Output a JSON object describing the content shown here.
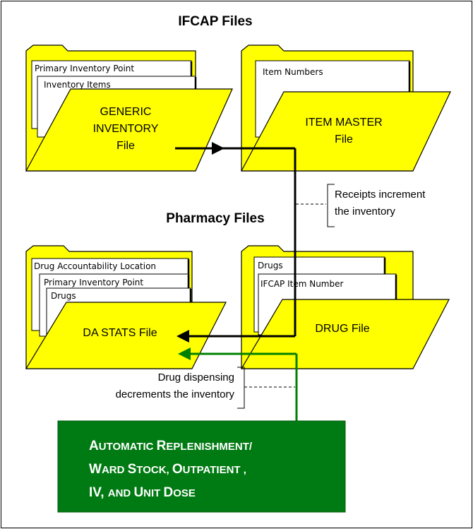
{
  "titles": {
    "ifcap": "IFCAP Files",
    "pharmacy": "Pharmacy Files"
  },
  "folders": {
    "generic_inventory": {
      "tabs": [
        "Primary Inventory Point",
        "Inventory Items"
      ],
      "label_lines": [
        "GENERIC",
        "INVENTORY",
        "File"
      ]
    },
    "item_master": {
      "tabs": [
        "Item Numbers"
      ],
      "label_lines": [
        "ITEM MASTER",
        "File"
      ]
    },
    "da_stats": {
      "tabs": [
        "Drug Accountability Location",
        "Primary Inventory Point",
        "Drugs"
      ],
      "label_lines": [
        "DA STATS File"
      ]
    },
    "drug": {
      "tabs": [
        "Drugs",
        "IFCAP Item Number"
      ],
      "label_lines": [
        "DRUG File"
      ]
    }
  },
  "callouts": {
    "receipts": [
      "Receipts increment",
      "the inventory"
    ],
    "dispensing": [
      "Drug dispensing",
      "decrements the inventory"
    ]
  },
  "green_box": {
    "line1": [
      "A",
      "UTOMATIC ",
      "R",
      "EPLENISHMENT/"
    ],
    "line2": [
      "W",
      "ARD ",
      "S",
      "TOCK, ",
      "O",
      "UTPATIENT ,"
    ],
    "line3": [
      "IV, ",
      "AND ",
      "U",
      "NIT ",
      "D",
      "OSE"
    ]
  },
  "colors": {
    "folder": "#ffff00",
    "green_box": "#007a12",
    "green_arrow": "#008000",
    "black_arrow": "#000000"
  }
}
